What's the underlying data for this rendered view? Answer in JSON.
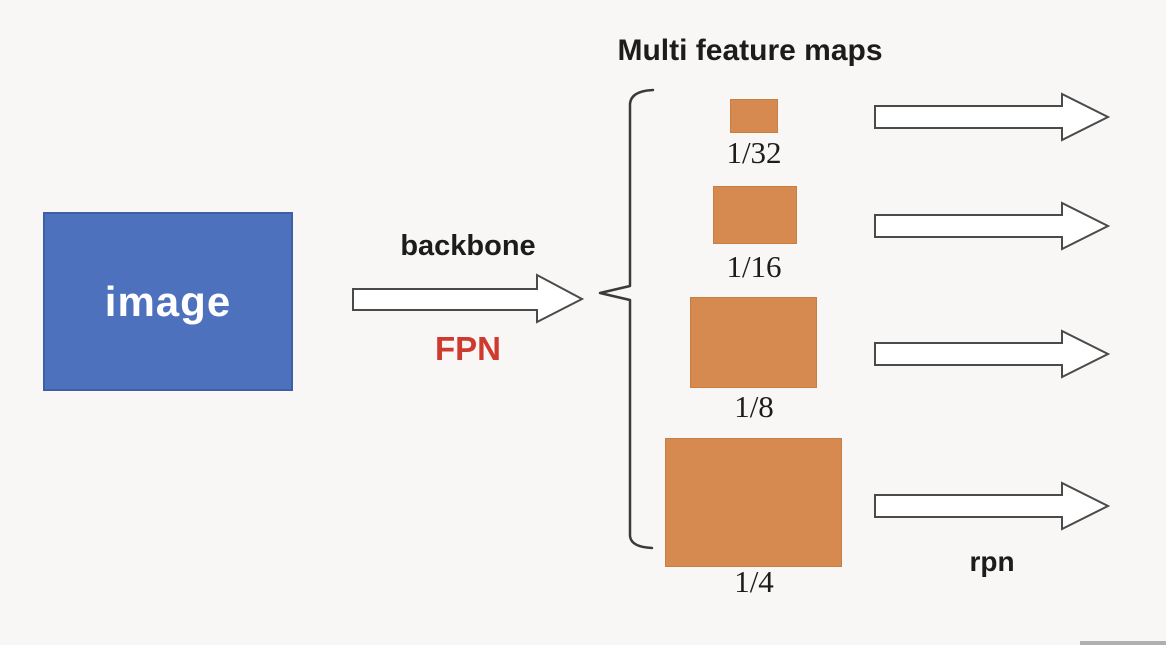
{
  "title": "Multi feature maps",
  "image_node": {
    "label": "image"
  },
  "backbone": {
    "label": "backbone",
    "sub_label": "FPN"
  },
  "feature_maps": {
    "items": [
      {
        "label": "1/32"
      },
      {
        "label": "1/16"
      },
      {
        "label": "1/8"
      },
      {
        "label": "1/4"
      }
    ]
  },
  "rpn": {
    "label": "rpn"
  },
  "colors": {
    "image_box_fill": "#4e71bd",
    "image_box_border": "#3d5fa8",
    "feature_box_fill": "#d68a4f",
    "feature_box_border": "#c67e43",
    "fpn_text": "#cf3a2e",
    "arrow_fill": "#ffffff",
    "arrow_outline": "#4a4a4a",
    "brace_stroke": "#3a3a3a",
    "text": "#1c1c1c",
    "background": "#f8f7f5"
  }
}
